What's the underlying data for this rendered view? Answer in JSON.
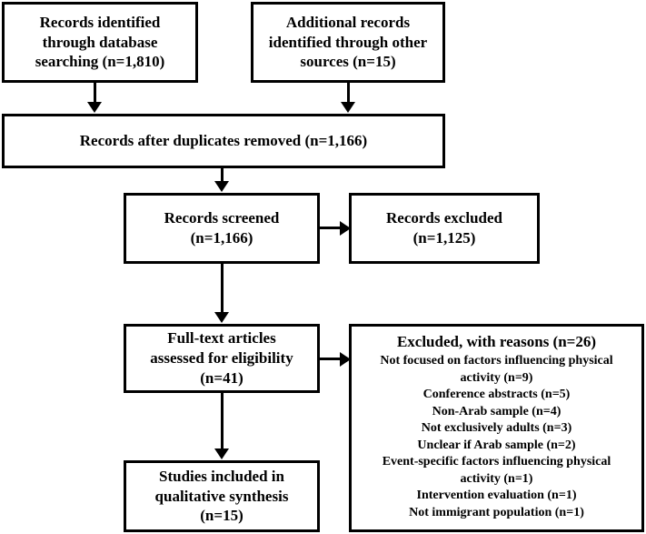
{
  "diagram": {
    "type": "prisma-flow-diagram",
    "boxes": {
      "database_records": {
        "lines": [
          "Records identified",
          "through database",
          "searching (n=1,810)"
        ],
        "count": 1810
      },
      "other_records": {
        "lines": [
          "Additional records",
          "identified through other",
          "sources (n=15)"
        ],
        "count": 15
      },
      "duplicates_removed": {
        "lines": [
          "Records after duplicates removed (n=1,166)"
        ],
        "count": 1166
      },
      "records_screened": {
        "lines": [
          "Records screened",
          "(n=1,166)"
        ],
        "count": 1166
      },
      "records_excluded": {
        "lines": [
          "Records excluded",
          "(n=1,125)"
        ],
        "count": 1125
      },
      "full_text_assessed": {
        "lines": [
          "Full-text articles",
          "assessed for eligibility",
          "(n=41)"
        ],
        "count": 41
      },
      "excluded_with_reasons": {
        "title": "Excluded, with reasons (n=26)",
        "total": 26,
        "reasons": [
          {
            "line1": "Not focused on factors influencing physical",
            "line2": "activity (n=9)",
            "count": 9
          },
          {
            "line1": "Conference abstracts (n=5)",
            "line2": "",
            "count": 5
          },
          {
            "line1": "Non-Arab sample (n=4)",
            "line2": "",
            "count": 4
          },
          {
            "line1": "Not exclusively adults (n=3)",
            "line2": "",
            "count": 3
          },
          {
            "line1": "Unclear if Arab sample (n=2)",
            "line2": "",
            "count": 2
          },
          {
            "line1": "Event-specific factors influencing physical",
            "line2": "activity (n=1)",
            "count": 1
          },
          {
            "line1": "Intervention evaluation (n=1)",
            "line2": "",
            "count": 1
          },
          {
            "line1": "Not immigrant population (n=1)",
            "line2": "",
            "count": 1
          }
        ]
      },
      "studies_included": {
        "lines": [
          "Studies included in",
          "qualitative synthesis",
          "(n=15)"
        ],
        "count": 15
      }
    },
    "colors": {
      "border": "#000000",
      "background": "#ffffff",
      "text": "#000000"
    }
  }
}
